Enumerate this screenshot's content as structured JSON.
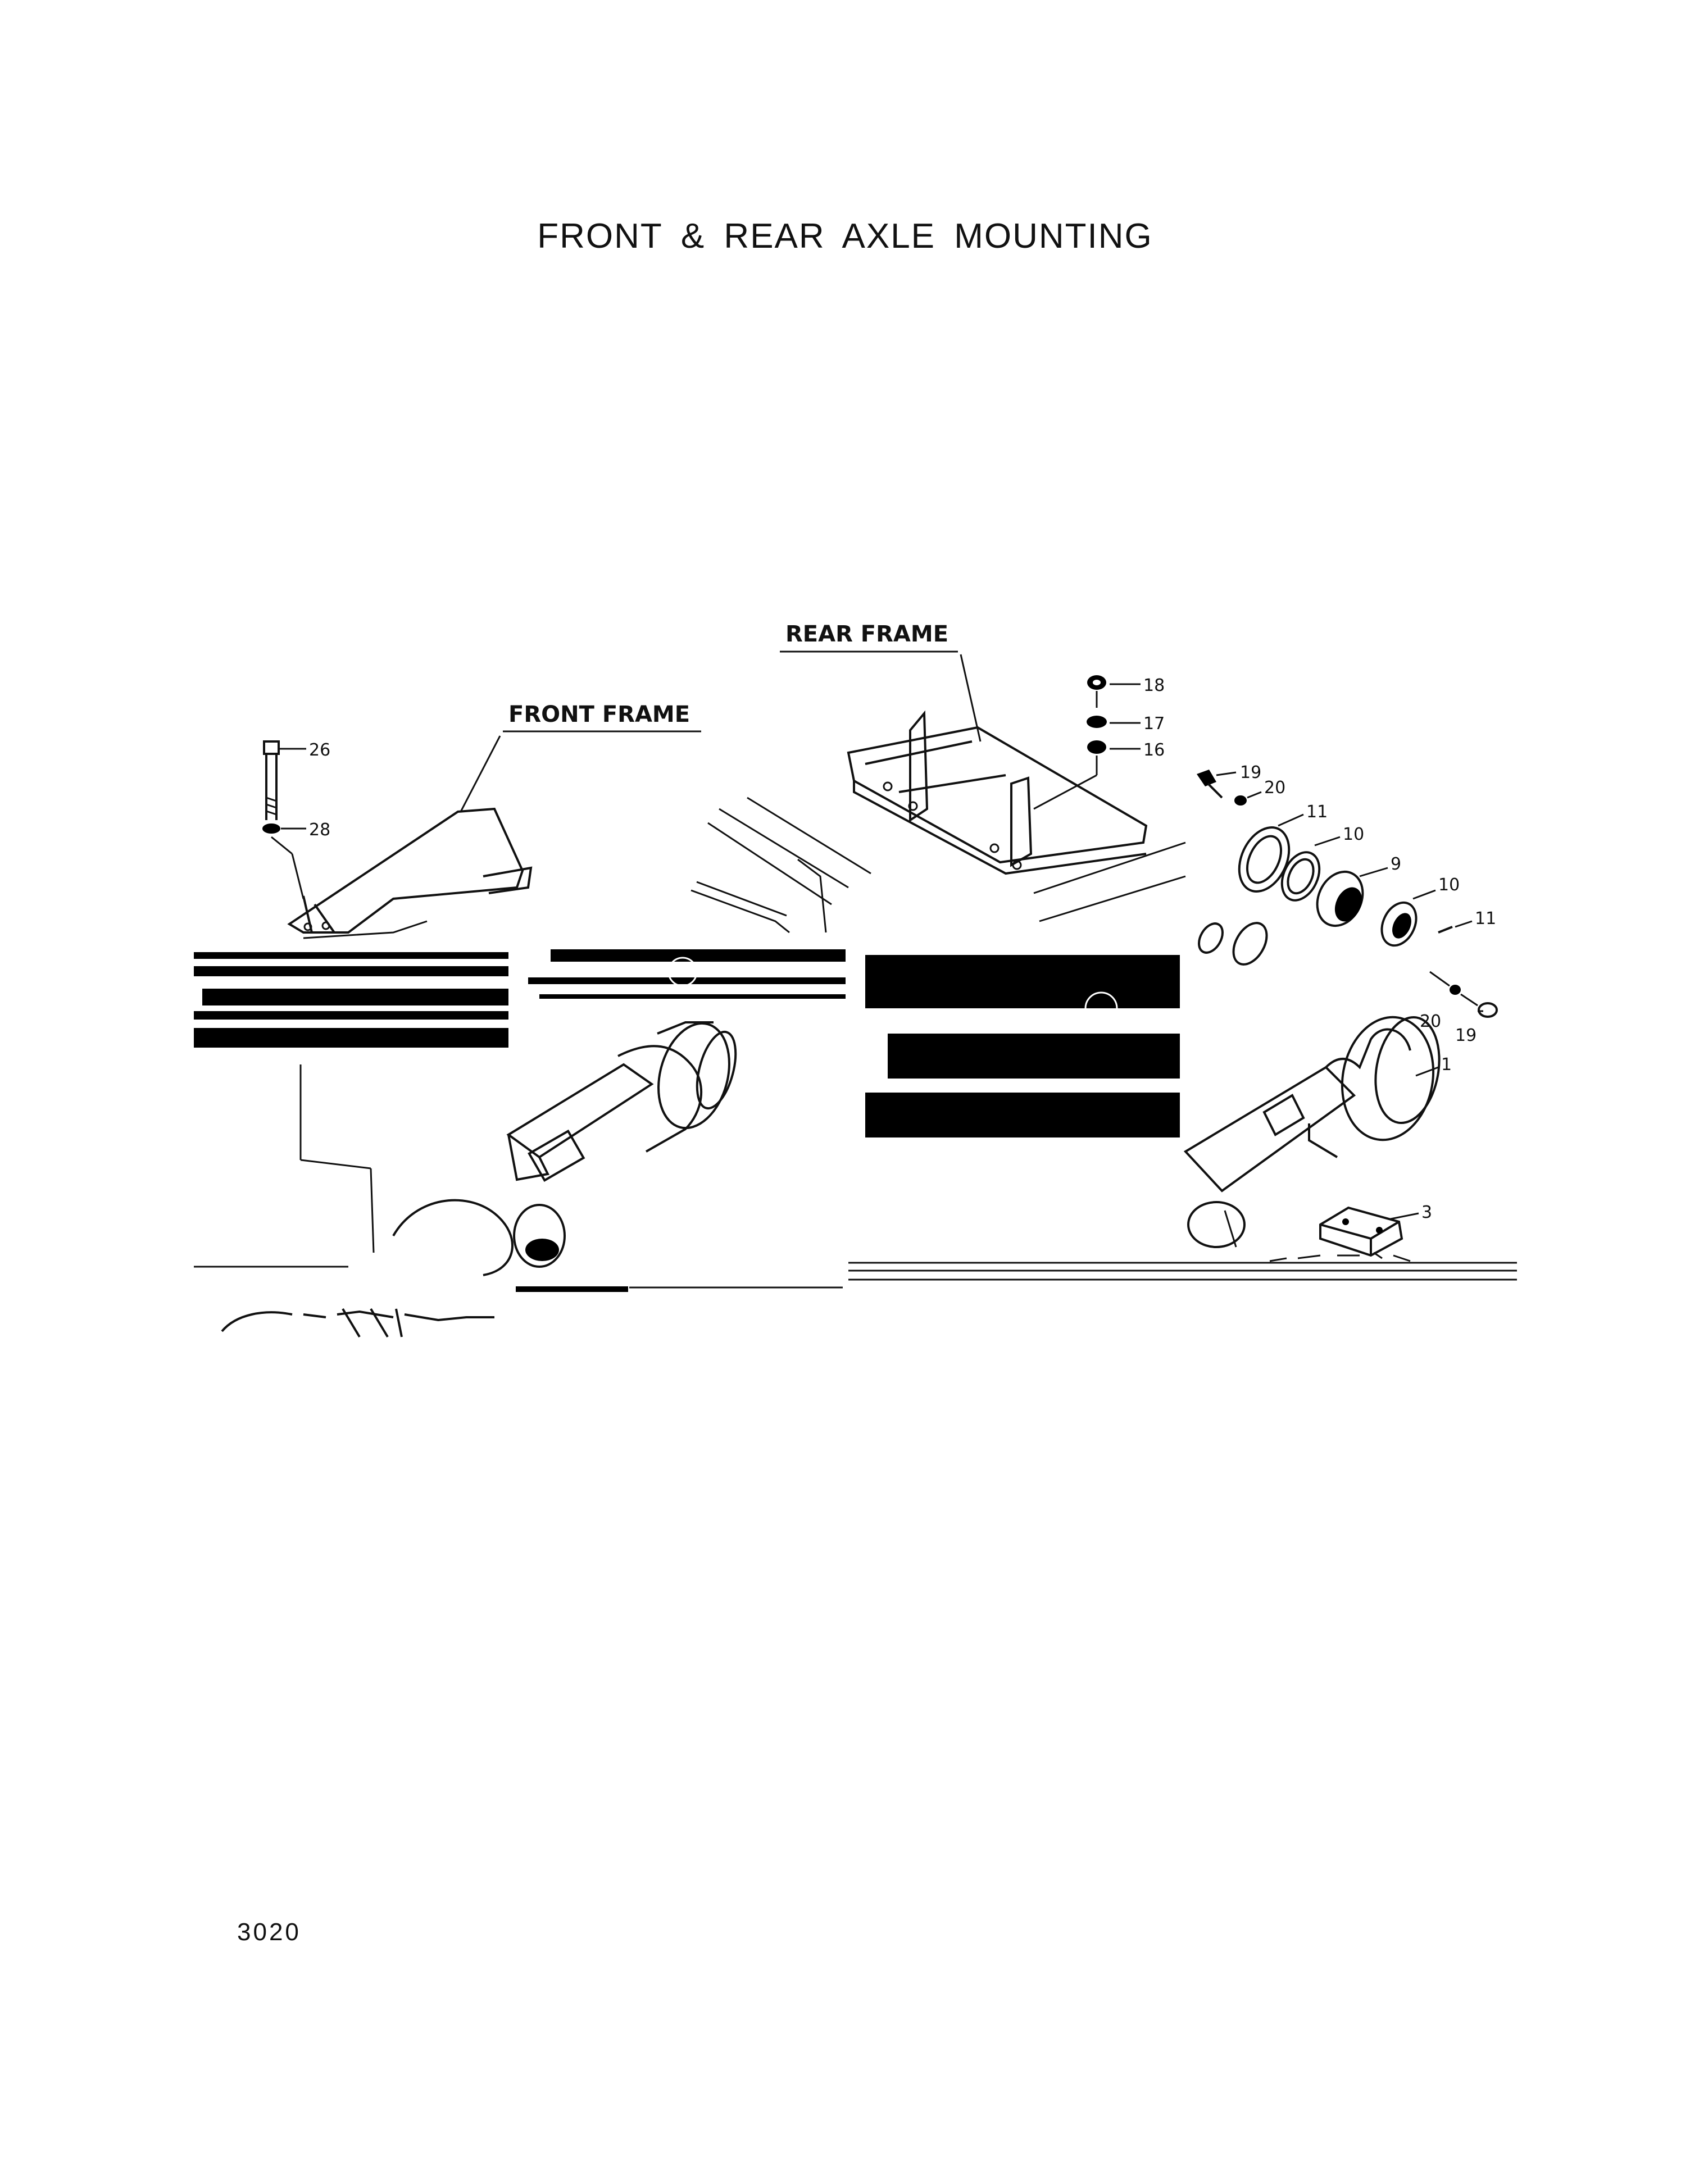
{
  "title": "FRONT & REAR AXLE MOUNTING",
  "page_number": "3020",
  "frame_labels": {
    "front": "FRONT FRAME",
    "rear": "REAR FRAME"
  },
  "callouts": [
    {
      "id": "c26",
      "text": "26"
    },
    {
      "id": "c28",
      "text": "28"
    },
    {
      "id": "c18",
      "text": "18"
    },
    {
      "id": "c17",
      "text": "17"
    },
    {
      "id": "c16",
      "text": "16"
    },
    {
      "id": "c19a",
      "text": "19"
    },
    {
      "id": "c20a",
      "text": "20"
    },
    {
      "id": "c11a",
      "text": "11"
    },
    {
      "id": "c10a",
      "text": "10"
    },
    {
      "id": "c9",
      "text": "9"
    },
    {
      "id": "c10b",
      "text": "10"
    },
    {
      "id": "c11b",
      "text": "11"
    },
    {
      "id": "c20b",
      "text": "20"
    },
    {
      "id": "c19b",
      "text": "19"
    },
    {
      "id": "c1",
      "text": "1"
    },
    {
      "id": "c3",
      "text": "3"
    }
  ]
}
